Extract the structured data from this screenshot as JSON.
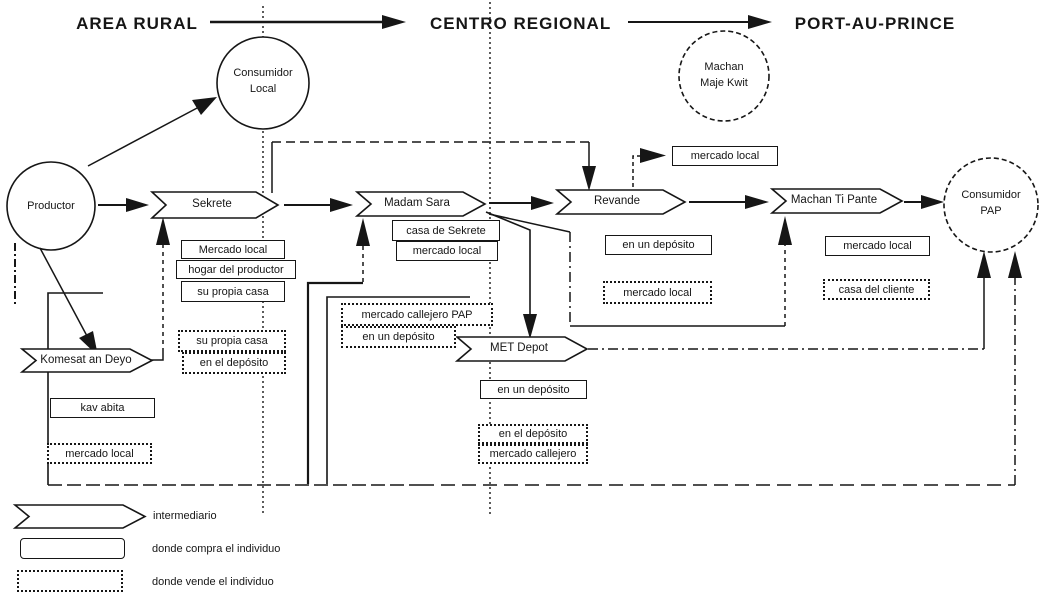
{
  "regions": {
    "rural": "AREA RURAL",
    "centro": "CENTRO REGIONAL",
    "pap": "PORT-AU-PRINCE"
  },
  "actors": {
    "productor": {
      "label": "Productor"
    },
    "consumidor_local": {
      "line1": "Consumidor",
      "line2": "Local"
    },
    "machan_maje_kwit": {
      "line1": "Machan",
      "line2": "Maje Kwit"
    },
    "consumidor_pap": {
      "line1": "Consumidor",
      "line2": "PAP"
    }
  },
  "intermediaries": {
    "sekrete": "Sekrete",
    "madam_sara": "Madam Sara",
    "revande": "Revande",
    "machan_ti_pante": "Machan Ti Pante",
    "komesat_an_deyo": "Komesat an Deyo",
    "met_depot": "MET Depot"
  },
  "buy": {
    "sekrete_mercado_local": "Mercado local",
    "sekrete_hogar": "hogar del productor",
    "sekrete_casa": "su propia casa",
    "madam_sara_casa": "casa de Sekrete",
    "madam_sara_mercado": "mercado local",
    "revande_mercado_top": "mercado local",
    "revande_deposito": "en un depósito",
    "machan_mercado": "mercado local",
    "met_deposito": "en un depósito",
    "komesat_kav": "kav abita"
  },
  "sell": {
    "sekrete_casa": "su propia casa",
    "sekrete_deposito": "en el depósito",
    "madam_sara_callejero": "mercado callejero PAP",
    "madam_sara_deposito": "en un depósito",
    "revande_mercado": "mercado local",
    "machan_casa": "casa del cliente",
    "met_deposito": "en el depósito",
    "met_callejero": "mercado callejero",
    "komesat_mercado": "mercado local"
  },
  "legend": {
    "intermediario": "intermediario",
    "compra": "donde compra el individuo",
    "vende": "donde vende el individuo"
  },
  "colors": {
    "ink": "#161616",
    "background": "#ffffff"
  }
}
